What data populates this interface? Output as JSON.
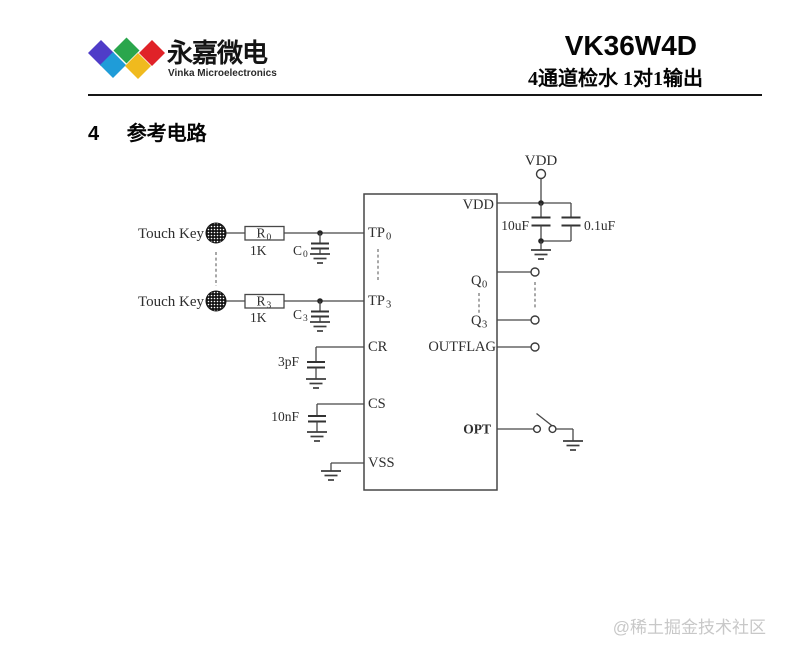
{
  "header": {
    "logo": {
      "cn": "永嘉微电",
      "en": "Vinka Microelectronics",
      "colors": {
        "purple": "#4f3cc8",
        "green": "#2aa64c",
        "red": "#e02228",
        "cyan": "#1f9cd8",
        "yellow": "#f0ba1e"
      }
    },
    "part_number": "VK36W4D",
    "subtitle": "4通道检水 1对1输出"
  },
  "section": {
    "number": "4",
    "title": "参考电路"
  },
  "schematic": {
    "touch_key_top": "Touch Key",
    "touch_key_bottom": "Touch Key",
    "resistor_top": {
      "prefix": "R",
      "sub": "0",
      "value": "1K"
    },
    "resistor_bottom": {
      "prefix": "R",
      "sub": "3",
      "value": "1K"
    },
    "cap_top": {
      "prefix": "C",
      "sub": "0"
    },
    "cap_bottom": {
      "prefix": "C",
      "sub": "3"
    },
    "cr_cap_value": "3pF",
    "cs_cap_value": "10nF",
    "vdd_rail_label": "VDD",
    "bulk_cap_value": "10uF",
    "bypass_cap_value": "0.1uF",
    "ic_pins": {
      "tp0": {
        "prefix": "TP",
        "sub": "0"
      },
      "tp3": {
        "prefix": "TP",
        "sub": "3"
      },
      "cr": "CR",
      "cs": "CS",
      "vss": "VSS",
      "vdd": "VDD",
      "q0": {
        "prefix": "Q",
        "sub": "0"
      },
      "q3": {
        "prefix": "Q",
        "sub": "3"
      },
      "outflag": "OUTFLAG",
      "opt": "OPT"
    }
  },
  "watermark": "@稀土掘金技术社区"
}
